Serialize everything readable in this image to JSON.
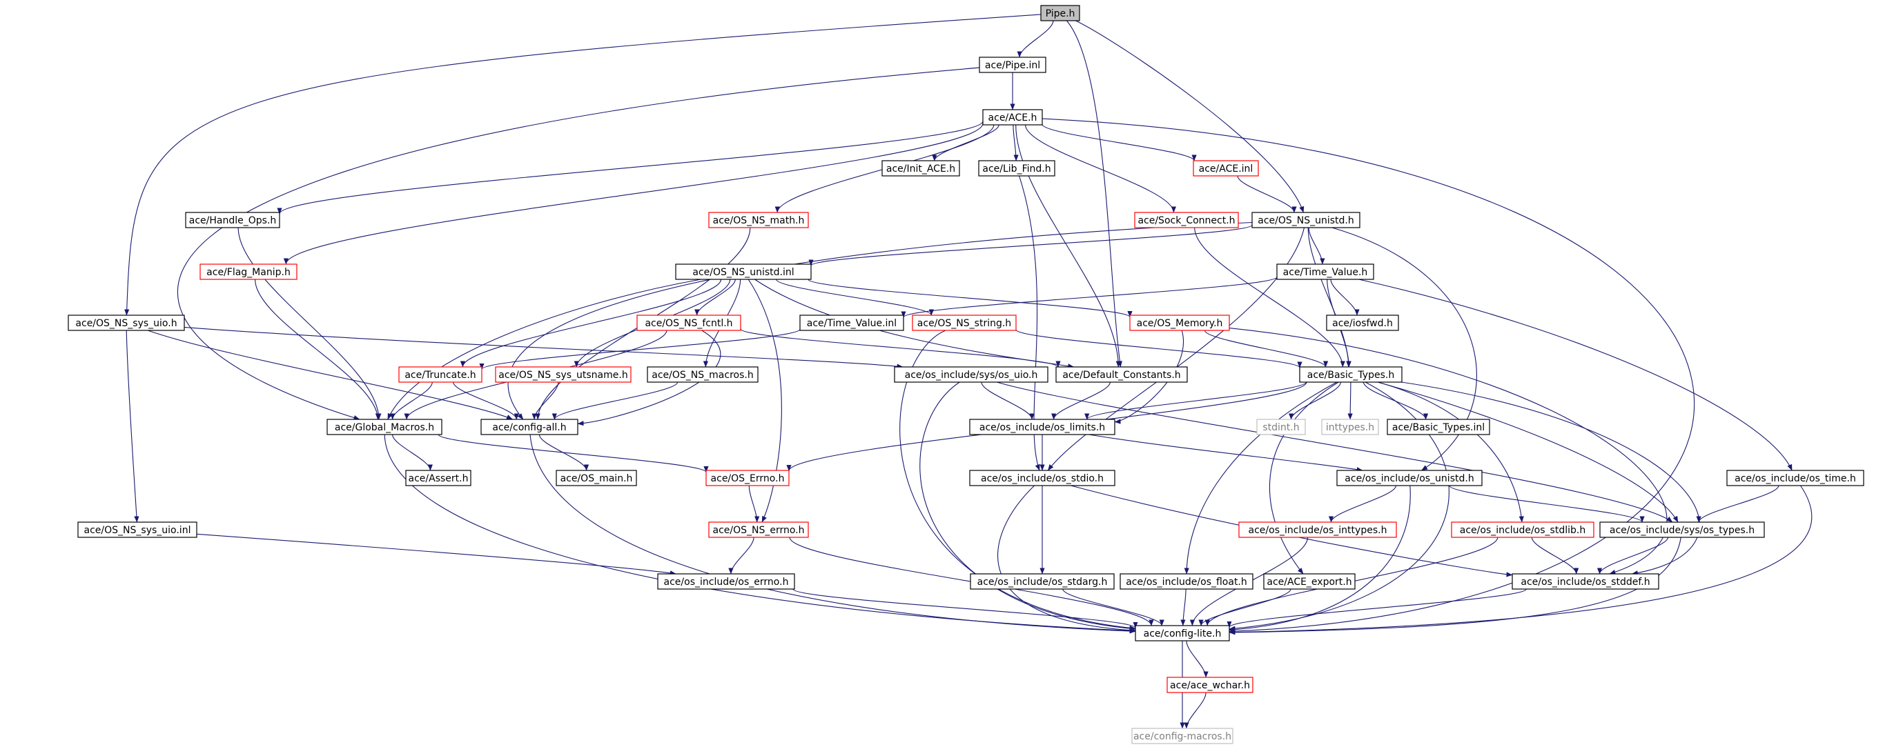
{
  "graph": {
    "root": "Pipe.h",
    "colors": {
      "edge": "#191970",
      "box_normal": "#000000",
      "box_truncated": "#ff0000",
      "box_missing": "#bfbfbf",
      "root_fill": "#bfbfbf",
      "text": "#000000",
      "text_missing": "#808080"
    },
    "nodes": [
      {
        "id": "pipe_h",
        "label": "Pipe.h",
        "kind": "root"
      },
      {
        "id": "pipe_inl",
        "label": "ace/Pipe.inl",
        "kind": "normal"
      },
      {
        "id": "ace_h",
        "label": "ace/ACE.h",
        "kind": "normal"
      },
      {
        "id": "init_ace",
        "label": "ace/Init_ACE.h",
        "kind": "normal"
      },
      {
        "id": "lib_find",
        "label": "ace/Lib_Find.h",
        "kind": "normal"
      },
      {
        "id": "ace_inl",
        "label": "ace/ACE.inl",
        "kind": "truncated"
      },
      {
        "id": "handle_ops",
        "label": "ace/Handle_Ops.h",
        "kind": "normal"
      },
      {
        "id": "os_ns_math",
        "label": "ace/OS_NS_math.h",
        "kind": "truncated"
      },
      {
        "id": "sock_connect",
        "label": "ace/Sock_Connect.h",
        "kind": "truncated"
      },
      {
        "id": "os_ns_unistd_h",
        "label": "ace/OS_NS_unistd.h",
        "kind": "normal"
      },
      {
        "id": "flag_manip",
        "label": "ace/Flag_Manip.h",
        "kind": "truncated"
      },
      {
        "id": "os_ns_unistd_inl",
        "label": "ace/OS_NS_unistd.inl",
        "kind": "normal"
      },
      {
        "id": "time_value_h",
        "label": "ace/Time_Value.h",
        "kind": "normal"
      },
      {
        "id": "os_ns_sys_uio_h",
        "label": "ace/OS_NS_sys_uio.h",
        "kind": "normal"
      },
      {
        "id": "os_ns_fcntl",
        "label": "ace/OS_NS_fcntl.h",
        "kind": "truncated"
      },
      {
        "id": "time_value_inl",
        "label": "ace/Time_Value.inl",
        "kind": "normal"
      },
      {
        "id": "os_ns_string",
        "label": "ace/OS_NS_string.h",
        "kind": "truncated"
      },
      {
        "id": "os_memory",
        "label": "ace/OS_Memory.h",
        "kind": "truncated"
      },
      {
        "id": "iosfwd",
        "label": "ace/iosfwd.h",
        "kind": "normal"
      },
      {
        "id": "truncate",
        "label": "ace/Truncate.h",
        "kind": "truncated"
      },
      {
        "id": "os_ns_sys_utsname",
        "label": "ace/OS_NS_sys_utsname.h",
        "kind": "truncated"
      },
      {
        "id": "os_ns_macros",
        "label": "ace/OS_NS_macros.h",
        "kind": "normal"
      },
      {
        "id": "sys_os_uio",
        "label": "ace/os_include/sys/os_uio.h",
        "kind": "normal"
      },
      {
        "id": "default_constants",
        "label": "ace/Default_Constants.h",
        "kind": "normal"
      },
      {
        "id": "basic_types_h",
        "label": "ace/Basic_Types.h",
        "kind": "normal"
      },
      {
        "id": "global_macros",
        "label": "ace/Global_Macros.h",
        "kind": "normal"
      },
      {
        "id": "config_all",
        "label": "ace/config-all.h",
        "kind": "normal"
      },
      {
        "id": "os_limits",
        "label": "ace/os_include/os_limits.h",
        "kind": "normal"
      },
      {
        "id": "stdint",
        "label": "stdint.h",
        "kind": "missing"
      },
      {
        "id": "inttypes",
        "label": "inttypes.h",
        "kind": "missing"
      },
      {
        "id": "basic_types_inl",
        "label": "ace/Basic_Types.inl",
        "kind": "normal"
      },
      {
        "id": "assert_h",
        "label": "ace/Assert.h",
        "kind": "normal"
      },
      {
        "id": "os_main",
        "label": "ace/OS_main.h",
        "kind": "normal"
      },
      {
        "id": "os_errno",
        "label": "ace/OS_Errno.h",
        "kind": "truncated"
      },
      {
        "id": "os_stdio",
        "label": "ace/os_include/os_stdio.h",
        "kind": "normal"
      },
      {
        "id": "os_unistd",
        "label": "ace/os_include/os_unistd.h",
        "kind": "normal"
      },
      {
        "id": "os_time",
        "label": "ace/os_include/os_time.h",
        "kind": "normal"
      },
      {
        "id": "os_ns_sys_uio_inl",
        "label": "ace/OS_NS_sys_uio.inl",
        "kind": "normal"
      },
      {
        "id": "os_ns_errno",
        "label": "ace/OS_NS_errno.h",
        "kind": "truncated"
      },
      {
        "id": "os_inttypes",
        "label": "ace/os_include/os_inttypes.h",
        "kind": "truncated"
      },
      {
        "id": "os_stdlib",
        "label": "ace/os_include/os_stdlib.h",
        "kind": "truncated"
      },
      {
        "id": "sys_os_types",
        "label": "ace/os_include/sys/os_types.h",
        "kind": "normal"
      },
      {
        "id": "os_errno_inc",
        "label": "ace/os_include/os_errno.h",
        "kind": "normal"
      },
      {
        "id": "os_stdarg",
        "label": "ace/os_include/os_stdarg.h",
        "kind": "normal"
      },
      {
        "id": "os_float",
        "label": "ace/os_include/os_float.h",
        "kind": "normal"
      },
      {
        "id": "ace_export",
        "label": "ace/ACE_export.h",
        "kind": "normal"
      },
      {
        "id": "os_stddef",
        "label": "ace/os_include/os_stddef.h",
        "kind": "normal"
      },
      {
        "id": "config_lite",
        "label": "ace/config-lite.h",
        "kind": "normal"
      },
      {
        "id": "ace_wchar",
        "label": "ace/ace_wchar.h",
        "kind": "truncated"
      },
      {
        "id": "config_macros",
        "label": "ace/config-macros.h",
        "kind": "missing"
      }
    ],
    "edges": [
      [
        "pipe_h",
        "pipe_inl"
      ],
      [
        "pipe_h",
        "os_ns_sys_uio_h"
      ],
      [
        "pipe_h",
        "default_constants"
      ],
      [
        "pipe_h",
        "os_ns_unistd_h"
      ],
      [
        "pipe_inl",
        "ace_h"
      ],
      [
        "pipe_inl",
        "global_macros"
      ],
      [
        "ace_h",
        "init_ace"
      ],
      [
        "ace_h",
        "lib_find"
      ],
      [
        "ace_h",
        "ace_inl"
      ],
      [
        "ace_h",
        "handle_ops"
      ],
      [
        "ace_h",
        "os_ns_math"
      ],
      [
        "ace_h",
        "sock_connect"
      ],
      [
        "ace_h",
        "flag_manip"
      ],
      [
        "ace_h",
        "default_constants"
      ],
      [
        "ace_h",
        "config_lite"
      ],
      [
        "ace_inl",
        "os_ns_unistd_h"
      ],
      [
        "lib_find",
        "os_stdio"
      ],
      [
        "handle_ops",
        "global_macros"
      ],
      [
        "os_ns_math",
        "config_all"
      ],
      [
        "sock_connect",
        "basic_types_h"
      ],
      [
        "flag_manip",
        "global_macros"
      ],
      [
        "os_ns_unistd_h",
        "os_ns_unistd_inl"
      ],
      [
        "os_ns_unistd_h",
        "time_value_h"
      ],
      [
        "os_ns_unistd_h",
        "basic_types_h"
      ],
      [
        "os_ns_unistd_h",
        "os_unistd"
      ],
      [
        "os_ns_unistd_h",
        "os_stdio"
      ],
      [
        "os_ns_unistd_h",
        "config_all"
      ],
      [
        "os_ns_unistd_inl",
        "os_ns_fcntl"
      ],
      [
        "os_ns_unistd_inl",
        "os_ns_string"
      ],
      [
        "os_ns_unistd_inl",
        "os_memory"
      ],
      [
        "os_ns_unistd_inl",
        "truncate"
      ],
      [
        "os_ns_unistd_inl",
        "os_ns_sys_utsname"
      ],
      [
        "os_ns_unistd_inl",
        "os_ns_macros"
      ],
      [
        "os_ns_unistd_inl",
        "default_constants"
      ],
      [
        "os_ns_unistd_inl",
        "os_ns_errno"
      ],
      [
        "os_ns_unistd_inl",
        "global_macros"
      ],
      [
        "time_value_h",
        "time_value_inl"
      ],
      [
        "time_value_h",
        "iosfwd"
      ],
      [
        "time_value_h",
        "basic_types_h"
      ],
      [
        "time_value_h",
        "os_time"
      ],
      [
        "time_value_inl",
        "truncate"
      ],
      [
        "os_ns_sys_uio_h",
        "sys_os_uio"
      ],
      [
        "os_ns_sys_uio_h",
        "config_all"
      ],
      [
        "os_ns_sys_uio_h",
        "os_ns_sys_uio_inl"
      ],
      [
        "os_ns_fcntl",
        "config_all"
      ],
      [
        "os_ns_fcntl",
        "global_macros"
      ],
      [
        "os_ns_fcntl",
        "default_constants"
      ],
      [
        "os_ns_string",
        "basic_types_h"
      ],
      [
        "os_ns_string",
        "config_lite"
      ],
      [
        "os_memory",
        "basic_types_h"
      ],
      [
        "os_memory",
        "os_limits"
      ],
      [
        "os_memory",
        "os_stddef"
      ],
      [
        "truncate",
        "config_all"
      ],
      [
        "truncate",
        "global_macros"
      ],
      [
        "os_ns_sys_utsname",
        "config_all"
      ],
      [
        "os_ns_macros",
        "config_all"
      ],
      [
        "sys_os_uio",
        "os_limits"
      ],
      [
        "sys_os_uio",
        "config_lite"
      ],
      [
        "sys_os_uio",
        "sys_os_types"
      ],
      [
        "default_constants",
        "os_limits"
      ],
      [
        "basic_types_h",
        "os_limits"
      ],
      [
        "basic_types_h",
        "stdint"
      ],
      [
        "basic_types_h",
        "inttypes"
      ],
      [
        "basic_types_h",
        "basic_types_inl"
      ],
      [
        "basic_types_h",
        "os_float"
      ],
      [
        "basic_types_h",
        "ace_export"
      ],
      [
        "basic_types_h",
        "os_stdlib"
      ],
      [
        "basic_types_h",
        "sys_os_types"
      ],
      [
        "basic_types_h",
        "os_stddef"
      ],
      [
        "basic_types_h",
        "config_lite"
      ],
      [
        "basic_types_h",
        "os_errno"
      ],
      [
        "global_macros",
        "assert_h"
      ],
      [
        "global_macros",
        "os_errno"
      ],
      [
        "global_macros",
        "config_lite"
      ],
      [
        "config_all",
        "os_main"
      ],
      [
        "config_all",
        "config_lite"
      ],
      [
        "os_limits",
        "os_stdio"
      ],
      [
        "os_limits",
        "os_unistd"
      ],
      [
        "os_errno",
        "os_ns_errno"
      ],
      [
        "os_stdio",
        "os_stdarg"
      ],
      [
        "os_stdio",
        "os_stddef"
      ],
      [
        "os_stdio",
        "config_lite"
      ],
      [
        "os_unistd",
        "os_inttypes"
      ],
      [
        "os_unistd",
        "sys_os_types"
      ],
      [
        "os_unistd",
        "config_lite"
      ],
      [
        "os_time",
        "sys_os_types"
      ],
      [
        "os_time",
        "config_lite"
      ],
      [
        "os_ns_sys_uio_inl",
        "os_errno_inc"
      ],
      [
        "os_ns_errno",
        "os_errno_inc"
      ],
      [
        "os_ns_errno",
        "config_lite"
      ],
      [
        "os_inttypes",
        "config_lite"
      ],
      [
        "os_stdlib",
        "os_stddef"
      ],
      [
        "os_stdlib",
        "config_lite"
      ],
      [
        "sys_os_types",
        "os_stddef"
      ],
      [
        "sys_os_types",
        "config_lite"
      ],
      [
        "os_errno_inc",
        "config_lite"
      ],
      [
        "os_stdarg",
        "config_lite"
      ],
      [
        "os_float",
        "config_lite"
      ],
      [
        "ace_export",
        "config_lite"
      ],
      [
        "os_stddef",
        "config_lite"
      ],
      [
        "config_lite",
        "ace_wchar"
      ],
      [
        "config_lite",
        "config_macros"
      ],
      [
        "ace_wchar",
        "config_macros"
      ]
    ]
  }
}
